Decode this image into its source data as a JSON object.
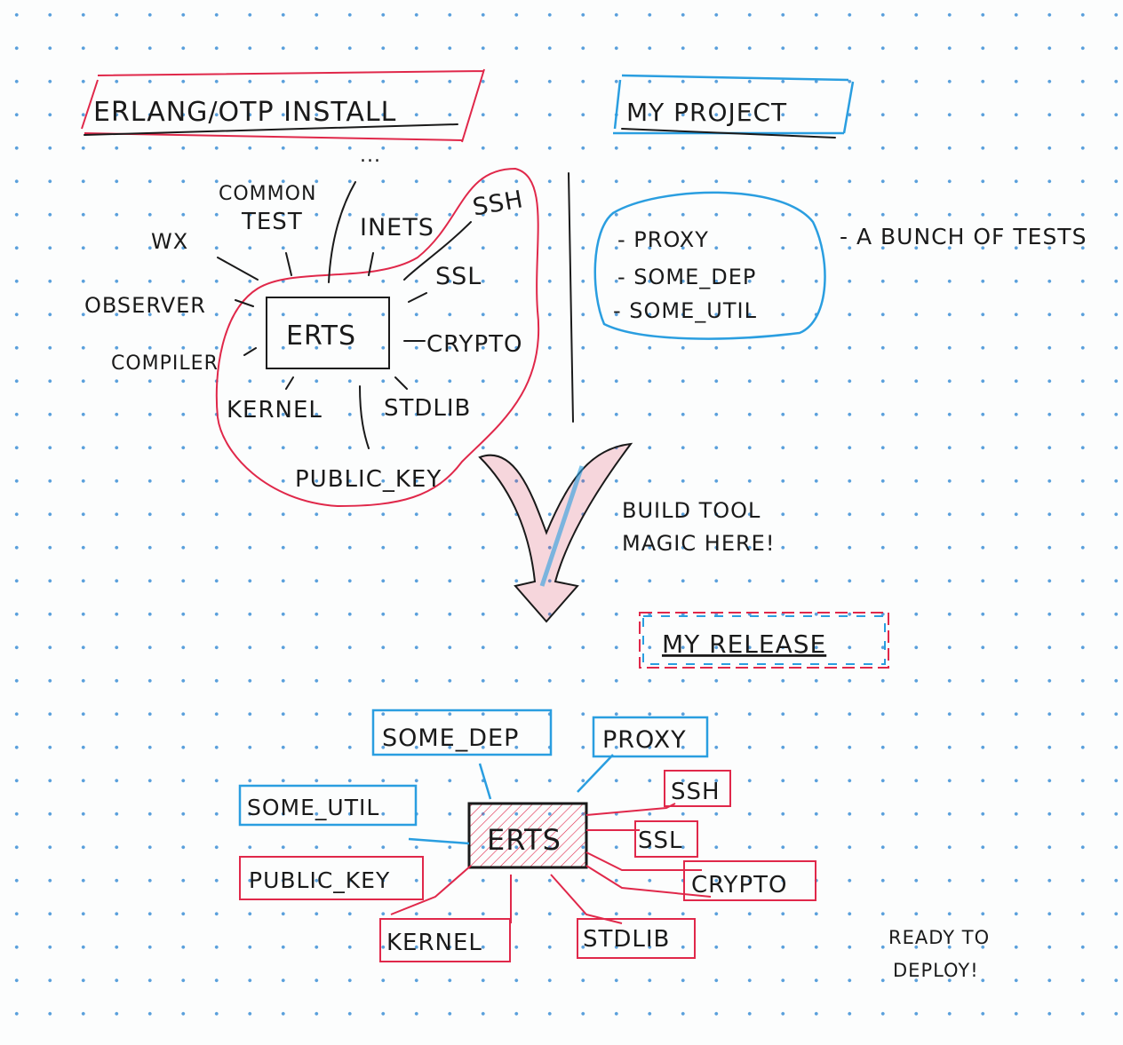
{
  "colors": {
    "red": "#e0284a",
    "blue": "#2a9ee0",
    "ink": "#1a1a1a",
    "dots": "#5aa0dc"
  },
  "install": {
    "title": "ERLANG/OTP INSTALL",
    "ellipsis": "...",
    "center": "ERTS",
    "apps": [
      "WX",
      "COMMON",
      "TEST",
      "INETS",
      "SSH",
      "SSL",
      "CRYPTO",
      "STDLIB",
      "PUBLIC_KEY",
      "KERNEL",
      "COMPILER",
      "OBSERVER"
    ]
  },
  "project": {
    "title": "MY PROJECT",
    "deps": [
      "- PROXY",
      "- SOME_DEP",
      "- SOME_UTIL"
    ],
    "tests": "- A BUNCH OF TESTS"
  },
  "build": {
    "line1": "BUILD TOOL",
    "line2": "MAGIC HERE!"
  },
  "release": {
    "title": "MY RELEASE",
    "center": "ERTS",
    "blue_apps": [
      "SOME_DEP",
      "PROXY",
      "SOME_UTIL"
    ],
    "red_apps": [
      "SSH",
      "SSL",
      "CRYPTO",
      "PUBLIC_KEY",
      "KERNEL",
      "STDLIB"
    ]
  },
  "footer": {
    "line1": "READY TO",
    "line2": "DEPLOY!"
  }
}
